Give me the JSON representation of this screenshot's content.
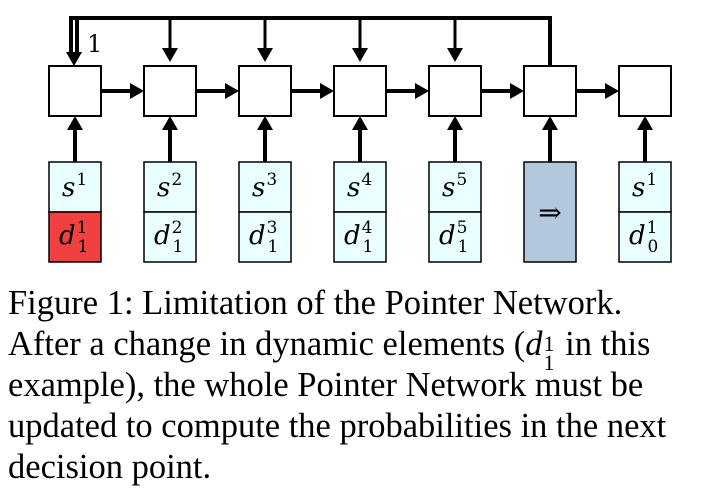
{
  "figure": {
    "feedback_label": "1",
    "columns": [
      {
        "top_sym": "s",
        "top_sup": "1",
        "bottom_sym": "d",
        "bottom_sub": "1",
        "bottom_sup": "1",
        "bottom_fill": "#f04040",
        "has_input": true
      },
      {
        "top_sym": "s",
        "top_sup": "2",
        "bottom_sym": "d",
        "bottom_sub": "1",
        "bottom_sup": "2",
        "bottom_fill": "#eaffff",
        "has_input": true
      },
      {
        "top_sym": "s",
        "top_sup": "3",
        "bottom_sym": "d",
        "bottom_sub": "1",
        "bottom_sup": "3",
        "bottom_fill": "#eaffff",
        "has_input": true
      },
      {
        "top_sym": "s",
        "top_sup": "4",
        "bottom_sym": "d",
        "bottom_sub": "1",
        "bottom_sup": "4",
        "bottom_fill": "#eaffff",
        "has_input": true
      },
      {
        "top_sym": "s",
        "top_sup": "5",
        "bottom_sym": "d",
        "bottom_sub": "1",
        "bottom_sup": "5",
        "bottom_fill": "#eaffff",
        "has_input": true
      },
      {
        "decoder_symbol": "⇒",
        "fill": "#b3c7dd",
        "has_input": false
      },
      {
        "top_sym": "s",
        "top_sup": "1",
        "bottom_sym": "d",
        "bottom_sub": "0",
        "bottom_sup": "1",
        "bottom_fill": "#eaffff",
        "has_input": true
      }
    ],
    "colors": {
      "cell_fill": "#eaffff",
      "highlight": "#f04040",
      "decoder": "#b3c7dd",
      "stroke": "#000000"
    }
  },
  "caption": {
    "line1": "Figure 1:  Limitation of the Pointer Network.",
    "line2_pre": "After a change in dynamic elements (",
    "line2_sym": "d",
    "line2_sup": "1",
    "line2_sub": "1",
    "line2_post": " in this",
    "line3": "example), the whole Pointer Network must be",
    "line4": "updated to compute the probabilities in the next",
    "line5": "decision point."
  }
}
